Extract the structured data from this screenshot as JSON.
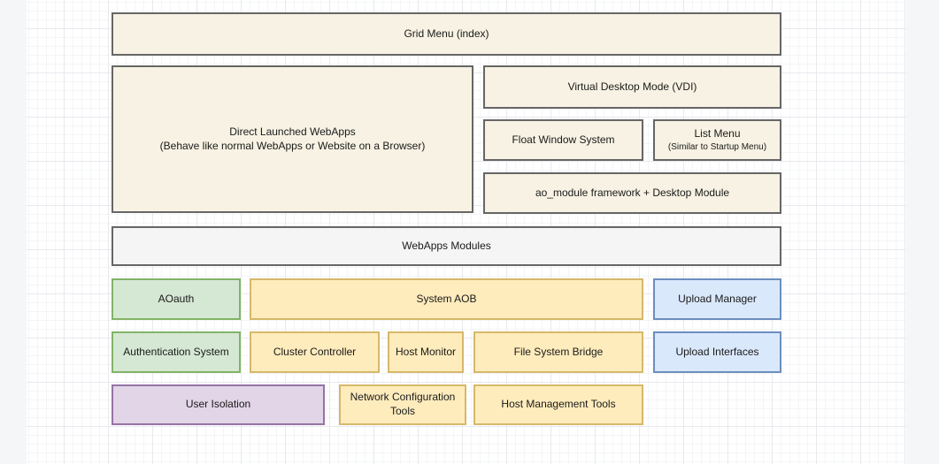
{
  "diagram": {
    "grid_menu": {
      "label": "Grid Menu (index)"
    },
    "direct_webapps": {
      "line1": "Direct Launched WebApps",
      "line2": "(Behave like normal WebApps or Website on a Browser)"
    },
    "vdi": {
      "label": "Virtual Desktop Mode (VDI)"
    },
    "float_window": {
      "label": "Float Window System"
    },
    "list_menu": {
      "title": "List Menu",
      "subtitle": "(Similar to Startup Menu)"
    },
    "ao_module": {
      "label": "ao_module framework + Desktop Module"
    },
    "webapps_modules": {
      "label": "WebApps Modules"
    },
    "aoauth": {
      "label": "AOauth"
    },
    "system_aob": {
      "label": "System AOB"
    },
    "upload_manager": {
      "label": "Upload Manager"
    },
    "authentication_system": {
      "label": "Authentication System"
    },
    "cluster_controller": {
      "label": "Cluster Controller"
    },
    "host_monitor": {
      "label": "Host Monitor"
    },
    "file_system_bridge": {
      "label": "File System Bridge"
    },
    "upload_interfaces": {
      "label": "Upload Interfaces"
    },
    "user_isolation": {
      "label": "User Isolation"
    },
    "network_configuration_tools": {
      "label": "Network Configuration Tools"
    },
    "host_management_tools": {
      "label": "Host Management Tools"
    }
  },
  "colors": {
    "cream_fill": "#f7f2e3",
    "gray_fill": "#f5f5f5",
    "green_fill": "#d5e8d4",
    "green_stroke": "#82b366",
    "yellow_fill": "#ffecbc",
    "yellow_stroke": "#d6b86a",
    "blue_fill": "#dae8fc",
    "blue_stroke": "#6c8ebf",
    "purple_fill": "#e1d5e7",
    "purple_stroke": "#9673a6",
    "neutral_stroke": "#666666"
  }
}
